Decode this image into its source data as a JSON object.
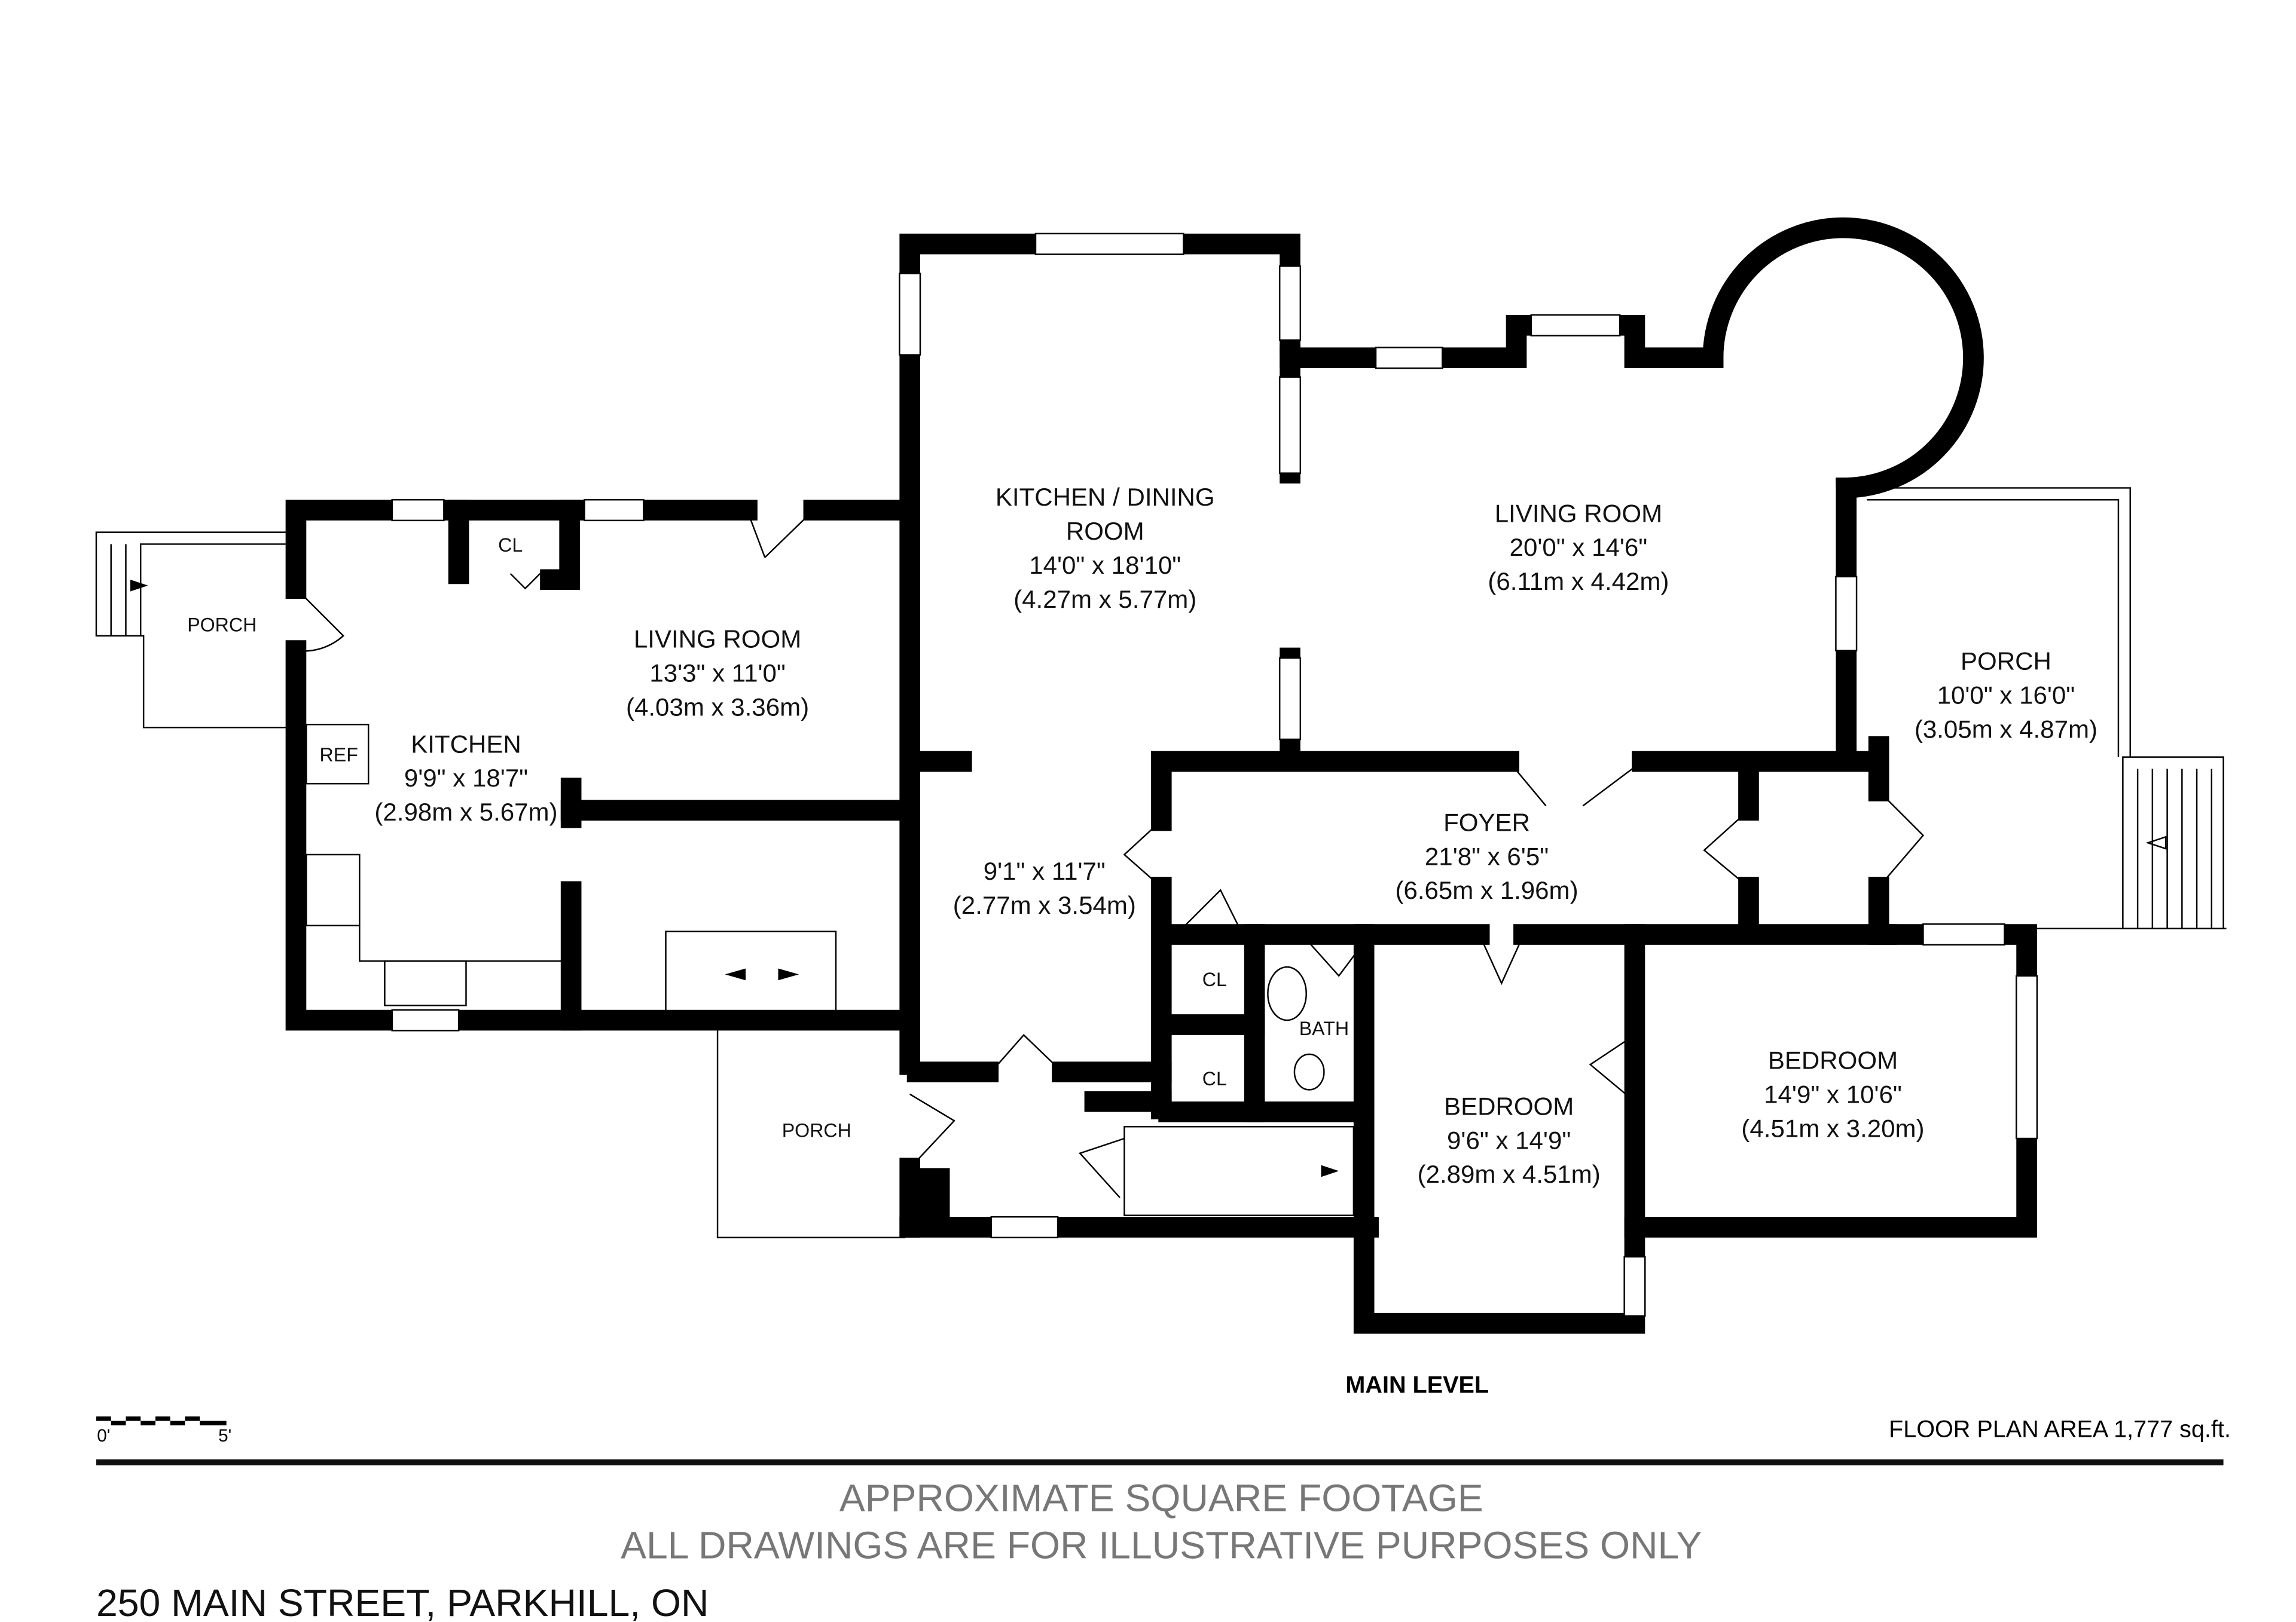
{
  "rooms": {
    "porch_left": {
      "name": "PORCH"
    },
    "kitchen": {
      "name": "KITCHEN",
      "imperial": "9'9\" x 18'7\"",
      "metric": "(2.98m x 5.67m)"
    },
    "living_left": {
      "name": "LIVING ROOM",
      "imperial": "13'3\" x 11'0\"",
      "metric": "(4.03m x 3.36m)"
    },
    "kitchen_dining": {
      "name_line1": "KITCHEN / DINING",
      "name_line2": "ROOM",
      "imperial": "14'0\" x 18'10\"",
      "metric": "(4.27m x 5.77m)"
    },
    "living_main": {
      "name": "LIVING ROOM",
      "imperial": "20'0\" x 14'6\"",
      "metric": "(6.11m x 4.42m)"
    },
    "porch_right": {
      "name": "PORCH",
      "imperial": "10'0\" x 16'0\"",
      "metric": "(3.05m x 4.87m)"
    },
    "foyer": {
      "name": "FOYER",
      "imperial": "21'8\" x 6'5\"",
      "metric": "(6.65m x 1.96m)"
    },
    "hall": {
      "imperial": "9'1\" x 11'7\"",
      "metric": "(2.77m x 3.54m)"
    },
    "bedroom1": {
      "name": "BEDROOM",
      "imperial": "9'6\" x 14'9\"",
      "metric": "(2.89m x 4.51m)"
    },
    "bedroom2": {
      "name": "BEDROOM",
      "imperial": "14'9\" x 10'6\"",
      "metric": "(4.51m x 3.20m)"
    },
    "porch_bottom": {
      "name": "PORCH"
    },
    "bath": {
      "name": "BATH"
    },
    "closet_top": {
      "name": "CL"
    },
    "closet1": {
      "name": "CL"
    },
    "closet2": {
      "name": "CL"
    },
    "ref": {
      "name": "REF"
    }
  },
  "level": "MAIN LEVEL",
  "scale": {
    "start": "0'",
    "end": "5'"
  },
  "area": "FLOOR PLAN AREA 1,777 sq.ft.",
  "disclaimer": {
    "line1": "APPROXIMATE SQUARE FOOTAGE",
    "line2": "ALL DRAWINGS ARE FOR ILLUSTRATIVE PURPOSES ONLY"
  },
  "address": "250 MAIN STREET, PARKHILL, ON"
}
